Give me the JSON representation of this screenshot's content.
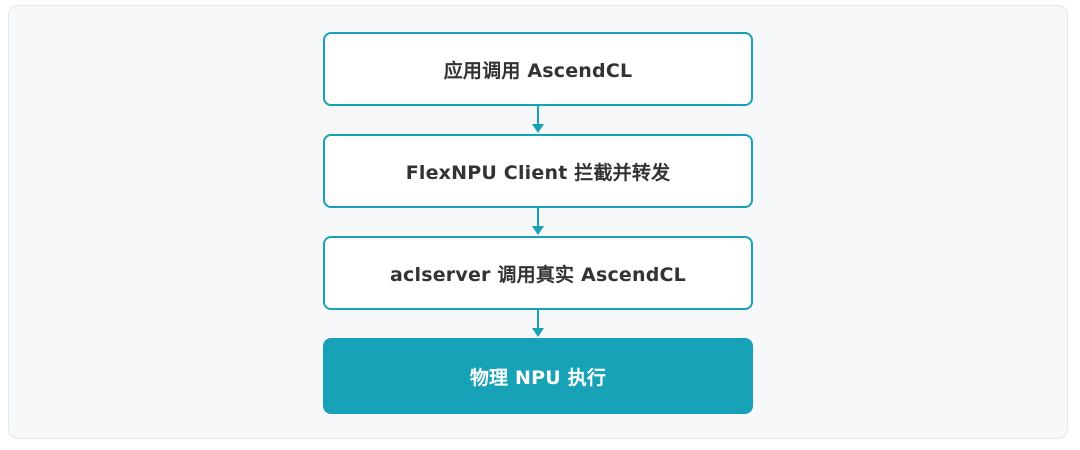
{
  "diagram": {
    "steps": [
      {
        "label": "应用调用 AscendCL"
      },
      {
        "label": "FlexNPU Client 拦截并转发"
      },
      {
        "label": "aclserver 调用真实 AscendCL"
      },
      {
        "label": "物理 NPU 执行"
      }
    ],
    "colors": {
      "accent": "#17a2b8",
      "panel_background": "#f7f8fa",
      "box_background": "#ffffff",
      "text": "#333333",
      "final_text": "#ffffff"
    }
  }
}
